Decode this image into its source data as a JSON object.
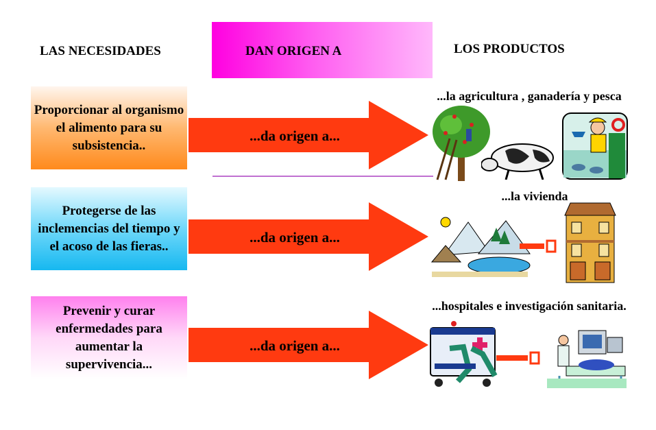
{
  "header": {
    "left": "LAS NECESIDADES",
    "middle": "DAN ORIGEN A",
    "right": "LOS PRODUCTOS"
  },
  "rows": [
    {
      "need": "Proporcionar al organismo el alimento para su subsistencia..",
      "arrow_label": "...da origen a...",
      "product": "...la agricultura , ganadería y pesca"
    },
    {
      "need": "Protegerse de las inclemencias del tiempo y el acoso de las fieras..",
      "arrow_label": "...da origen a...",
      "product": "...la vivienda"
    },
    {
      "need": "Prevenir y curar enfermedades para aumentar la supervivencia...",
      "arrow_label": "...da origen a...",
      "product": "...hospitales e investigación sanitaria."
    }
  ],
  "colors": {
    "arrow": "#ff3a10",
    "banner": "#ff00e0",
    "box1": "#ff8a1c",
    "box2": "#16b8f0",
    "box3": "#ff80ee"
  },
  "icons": [
    "farm-tree-clipart",
    "cow-clipart",
    "fisherman-clipart",
    "landscape-clipart",
    "house-clipart",
    "ambulance-clipart",
    "hospital-clipart"
  ]
}
